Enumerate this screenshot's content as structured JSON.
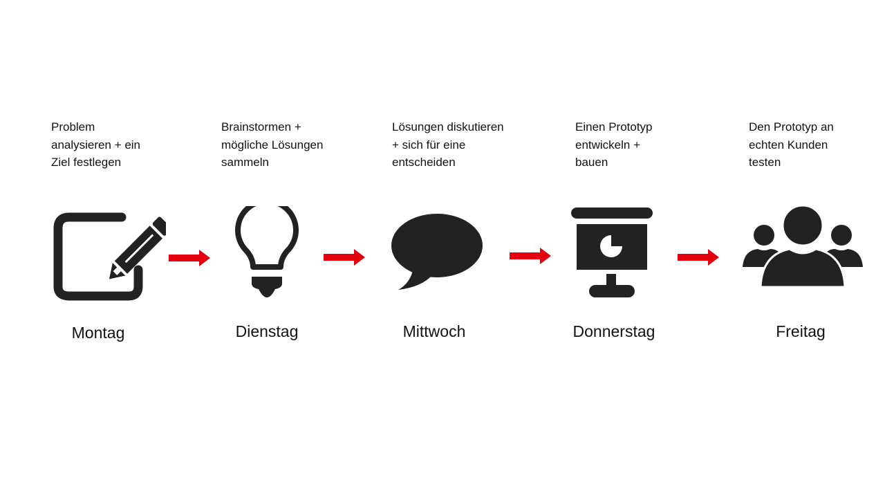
{
  "steps": [
    {
      "day": "Montag",
      "description": "Problem\nanalysieren + ein\nZiel festlegen",
      "icon": "edit-pencil-icon"
    },
    {
      "day": "Dienstag",
      "description": "Brainstormen +\nmögliche Lösungen\nsammeln",
      "icon": "lightbulb-icon"
    },
    {
      "day": "Mittwoch",
      "description": "Lösungen diskutieren\n+ sich für eine\nentscheiden",
      "icon": "speech-bubble-icon"
    },
    {
      "day": "Donnerstag",
      "description": "Einen Prototyp\nentwickeln +\nbauen",
      "icon": "presentation-board-icon"
    },
    {
      "day": "Freitag",
      "description": "Den Prototyp an\nechten Kunden\ntesten",
      "icon": "user-group-icon"
    }
  ],
  "colors": {
    "arrow": "#e3000f",
    "icon": "#222222"
  }
}
